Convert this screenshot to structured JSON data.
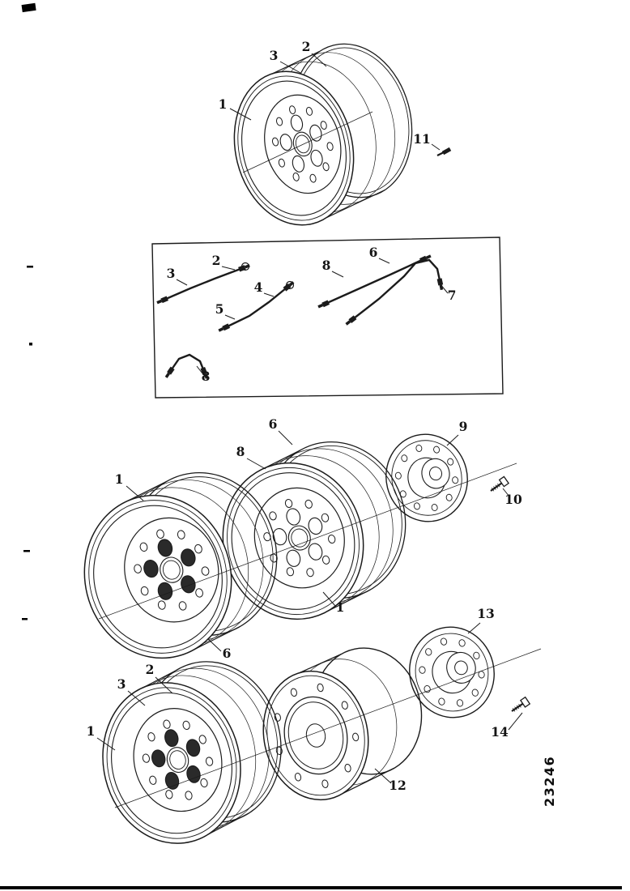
{
  "figure": {
    "number": "23246"
  },
  "callouts": {
    "top_wheel": {
      "c3": "3",
      "c2": "2",
      "c1": "1",
      "c11": "11"
    },
    "hose_box": {
      "c2": "2",
      "c3": "3",
      "c4": "4",
      "c5": "5",
      "c8a": "8",
      "c6": "6",
      "c7": "7",
      "c8b": "8"
    },
    "middle_assembly": {
      "c6_top": "6",
      "c8": "8",
      "c1_left": "1",
      "c9": "9",
      "c10": "10",
      "c1_mid": "1",
      "c6_bottom": "6"
    },
    "bottom_assembly": {
      "c3": "3",
      "c2": "2",
      "c1": "1",
      "c13": "13",
      "c12": "12",
      "c14": "14"
    }
  }
}
